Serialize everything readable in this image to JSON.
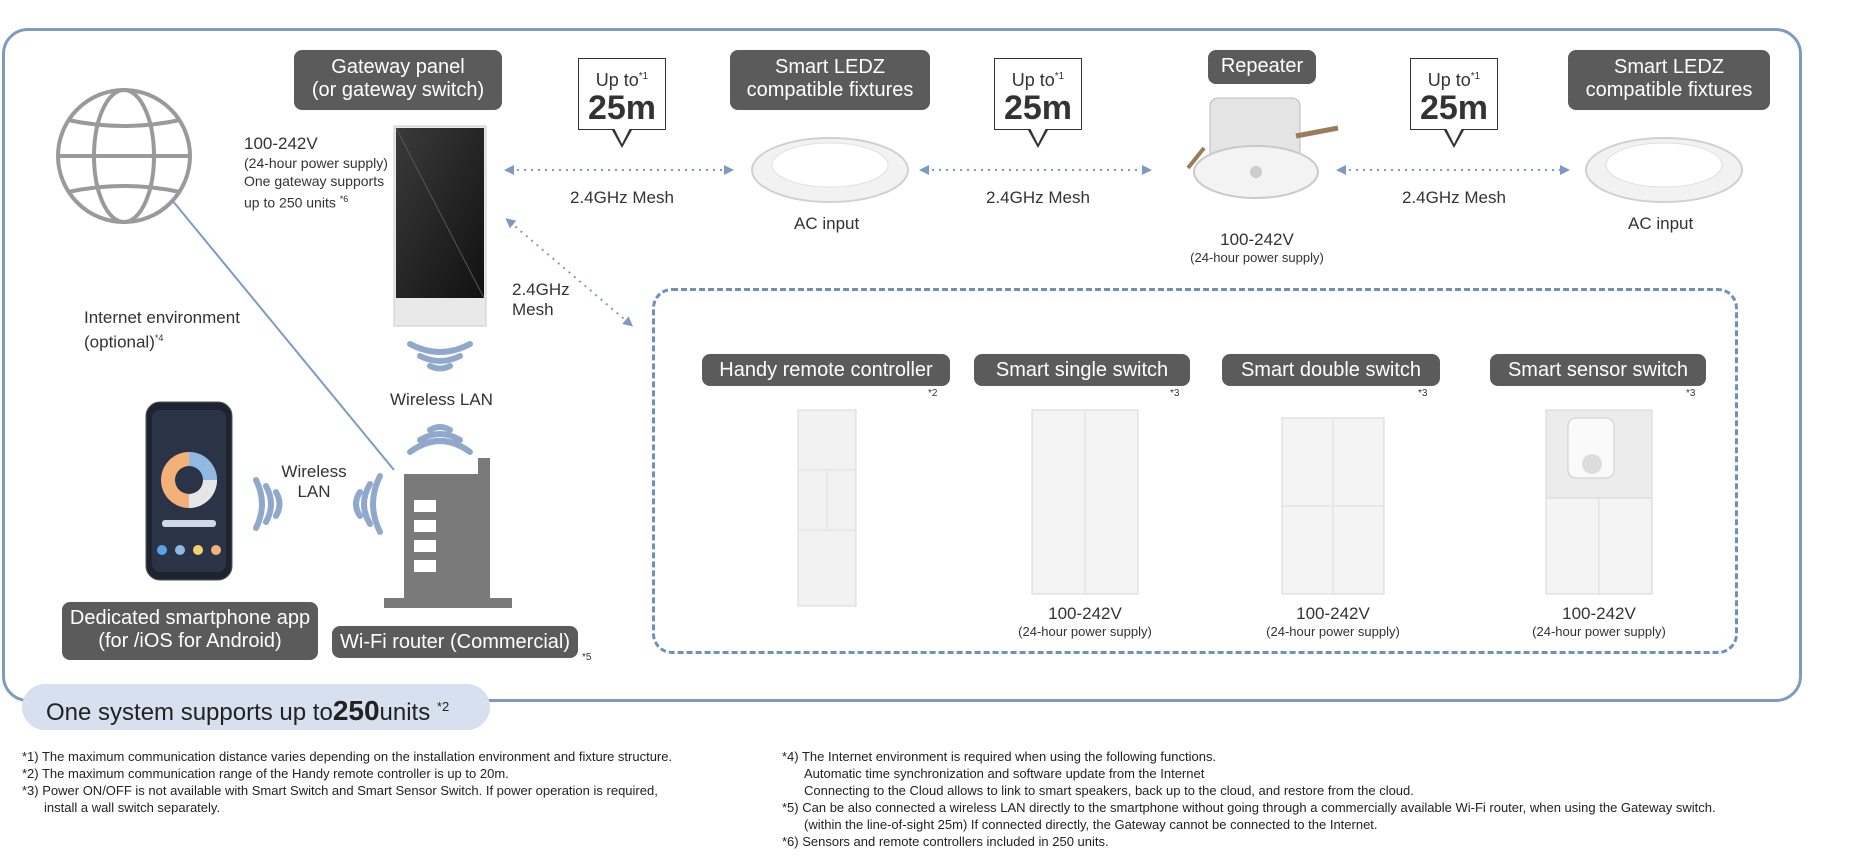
{
  "labels": {
    "gateway_panel": [
      "Gateway panel",
      "(or gateway switch)"
    ],
    "smart_ledz_1": [
      "Smart LEDZ",
      "compatible fixtures"
    ],
    "repeater": "Repeater",
    "smart_ledz_2": [
      "Smart LEDZ",
      "compatible fixtures"
    ],
    "handy_remote": "Handy remote controller",
    "smart_single": "Smart single switch",
    "smart_double": "Smart double switch",
    "smart_sensor": "Smart sensor switch",
    "dedicated_app": [
      "Dedicated smartphone app",
      "(for /iOS for Android)"
    ],
    "wifi_router": "Wi-Fi router (Commercial)"
  },
  "range_callouts": {
    "up_to": "Up to",
    "note_ref": "*1",
    "distance": "25m"
  },
  "texts": {
    "gateway_specs": [
      "100-242V",
      "(24-hour power supply)",
      "One gateway supports",
      "up to 250 units"
    ],
    "gateway_specs_note": "*6",
    "mesh": "2.4GHz Mesh",
    "mesh_diag": [
      "2.4GHz",
      "Mesh"
    ],
    "ac_input": "AC input",
    "voltage": "100-242V",
    "power_supply": "(24-hour power supply)",
    "internet_env": [
      "Internet environment",
      "(optional)"
    ],
    "internet_note": "*4",
    "wireless_lan": "Wireless LAN",
    "wireless_lan_2": [
      "Wireless",
      "LAN"
    ],
    "note_2": "*2",
    "note_3": "*3",
    "note_5": "*5"
  },
  "banner": {
    "prefix": "One system supports up to ",
    "number": "250",
    "suffix": " units",
    "note": "*2"
  },
  "footnotes_left": [
    "*1) The maximum communication distance varies depending on the installation environment and fixture structure.",
    "*2) The maximum communication range of the Handy remote controller is up to 20m.",
    "*3) Power ON/OFF is not available with Smart Switch and Smart Sensor Switch. If power operation is required,",
    "    install a wall switch separately."
  ],
  "footnotes_right": [
    "*4) The Internet environment is required when using the following functions.",
    "     Automatic time synchronization and software update from the Internet",
    "     Connecting to the Cloud allows to link to smart speakers, back up to the cloud, and restore from the cloud.",
    "*5) Can be also connected a wireless LAN directly to the smartphone without going through a commercially available Wi-Fi router, when using the Gateway switch.",
    "     (within the line-of-sight 25m) If connected directly, the Gateway cannot be connected to the Internet.",
    "*6) Sensors and remote controllers included in 250 units."
  ],
  "colors": {
    "frame": "#7f9ac2",
    "pill": "#5b5b5b",
    "mesh_arrow": "#7f9ac2",
    "wifi": "#8fa8cc",
    "banner": "#d6e0ef"
  }
}
